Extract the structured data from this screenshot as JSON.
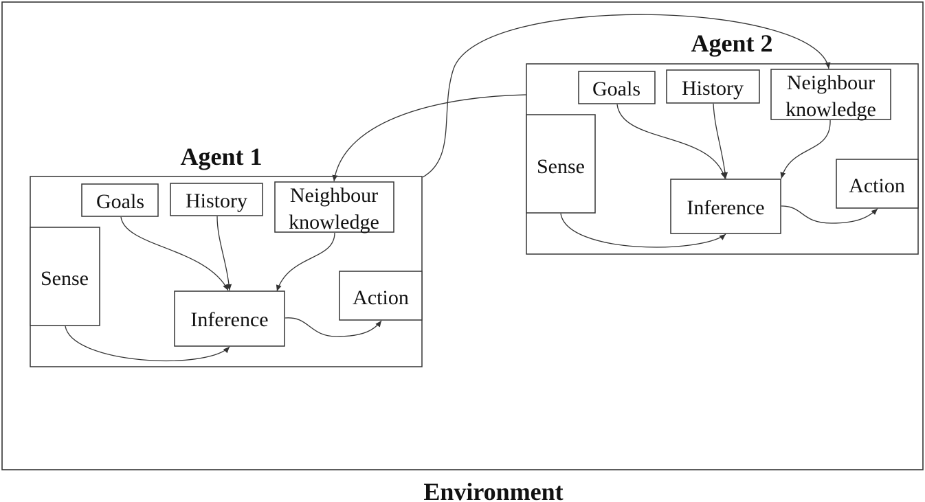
{
  "environment": {
    "label": "Environment"
  },
  "agents": [
    {
      "title": "Agent 1",
      "goals": "Goals",
      "history": "History",
      "neighbour_line1": "Neighbour",
      "neighbour_line2": "knowledge",
      "sense": "Sense",
      "inference": "Inference",
      "action": "Action"
    },
    {
      "title": "Agent 2",
      "goals": "Goals",
      "history": "History",
      "neighbour_line1": "Neighbour",
      "neighbour_line2": "knowledge",
      "sense": "Sense",
      "inference": "Inference",
      "action": "Action"
    }
  ]
}
